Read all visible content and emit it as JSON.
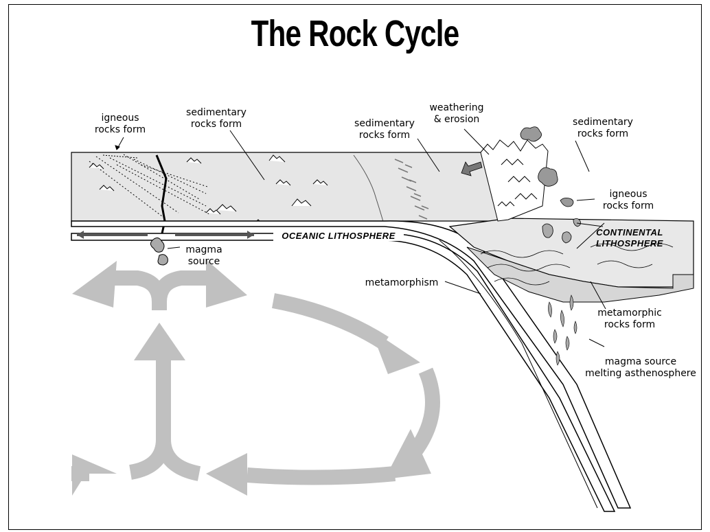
{
  "title": "The Rock Cycle",
  "labels": {
    "igneous_left": [
      "igneous",
      "rocks form"
    ],
    "sed_left": [
      "sedimentary",
      "rocks form"
    ],
    "sed_mid": [
      "sedimentary",
      "rocks form"
    ],
    "weathering": [
      "weathering",
      "& erosion"
    ],
    "sed_right": [
      "sedimentary",
      "rocks form"
    ],
    "igneous_right": [
      "igneous",
      "rocks form"
    ],
    "continental": [
      "CONTINENTAL",
      "LITHOSPHERE"
    ],
    "oceanic": "OCEANIC LITHOSPHERE",
    "magma_left": [
      "magma",
      "source"
    ],
    "metamorphism": "metamorphism",
    "metamorphic": [
      "metamorphic",
      "rocks form"
    ],
    "magma_right": [
      "magma source",
      "melting asthenosphere"
    ]
  },
  "colors": {
    "arrow": "#c0c0c0",
    "ink": "#000000",
    "sediment": "#e4e4e4"
  }
}
